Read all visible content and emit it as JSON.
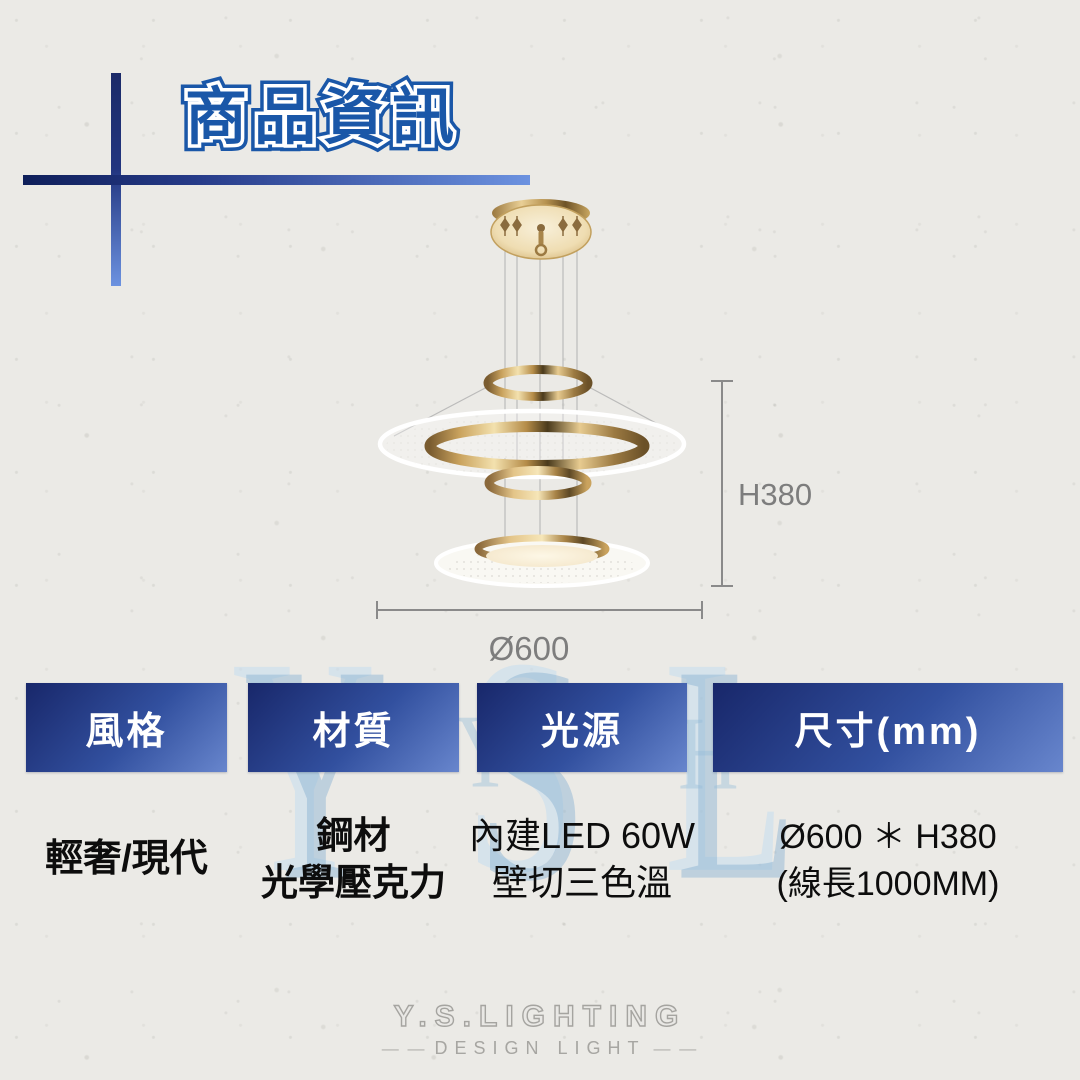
{
  "header": {
    "title": "商品資訊"
  },
  "diagram": {
    "height_label": "H380",
    "diameter_label": "Ø600"
  },
  "watermark": {
    "big": "YSL",
    "small_left": "Y",
    "small_right": "H"
  },
  "specs": {
    "columns": [
      {
        "header": "風格",
        "line1": "輕奢/現代",
        "line2": ""
      },
      {
        "header": "材質",
        "line1": "鋼材",
        "line2": "光學壓克力"
      },
      {
        "header": "光源",
        "line1": "內建LED 60W",
        "line2": "壁切三色溫"
      },
      {
        "header": "尺寸(mm)",
        "line1": "Ø600 ＊ H380",
        "line2": "(線長1000MM)"
      }
    ]
  },
  "footer": {
    "brand": "Y.S.LIGHTING",
    "tagline": "DESIGN LIGHT",
    "dash_left": "— —",
    "dash_right": "— —"
  },
  "colors": {
    "accent_blue": "#1a57a8",
    "box_gradient_start": "#18276a",
    "box_gradient_end": "#6886cd",
    "dimension_gray": "#7d7d7d",
    "watermark_blue": "#8db4d4",
    "gold": "#caa35e",
    "paper": "#ebeae6"
  }
}
